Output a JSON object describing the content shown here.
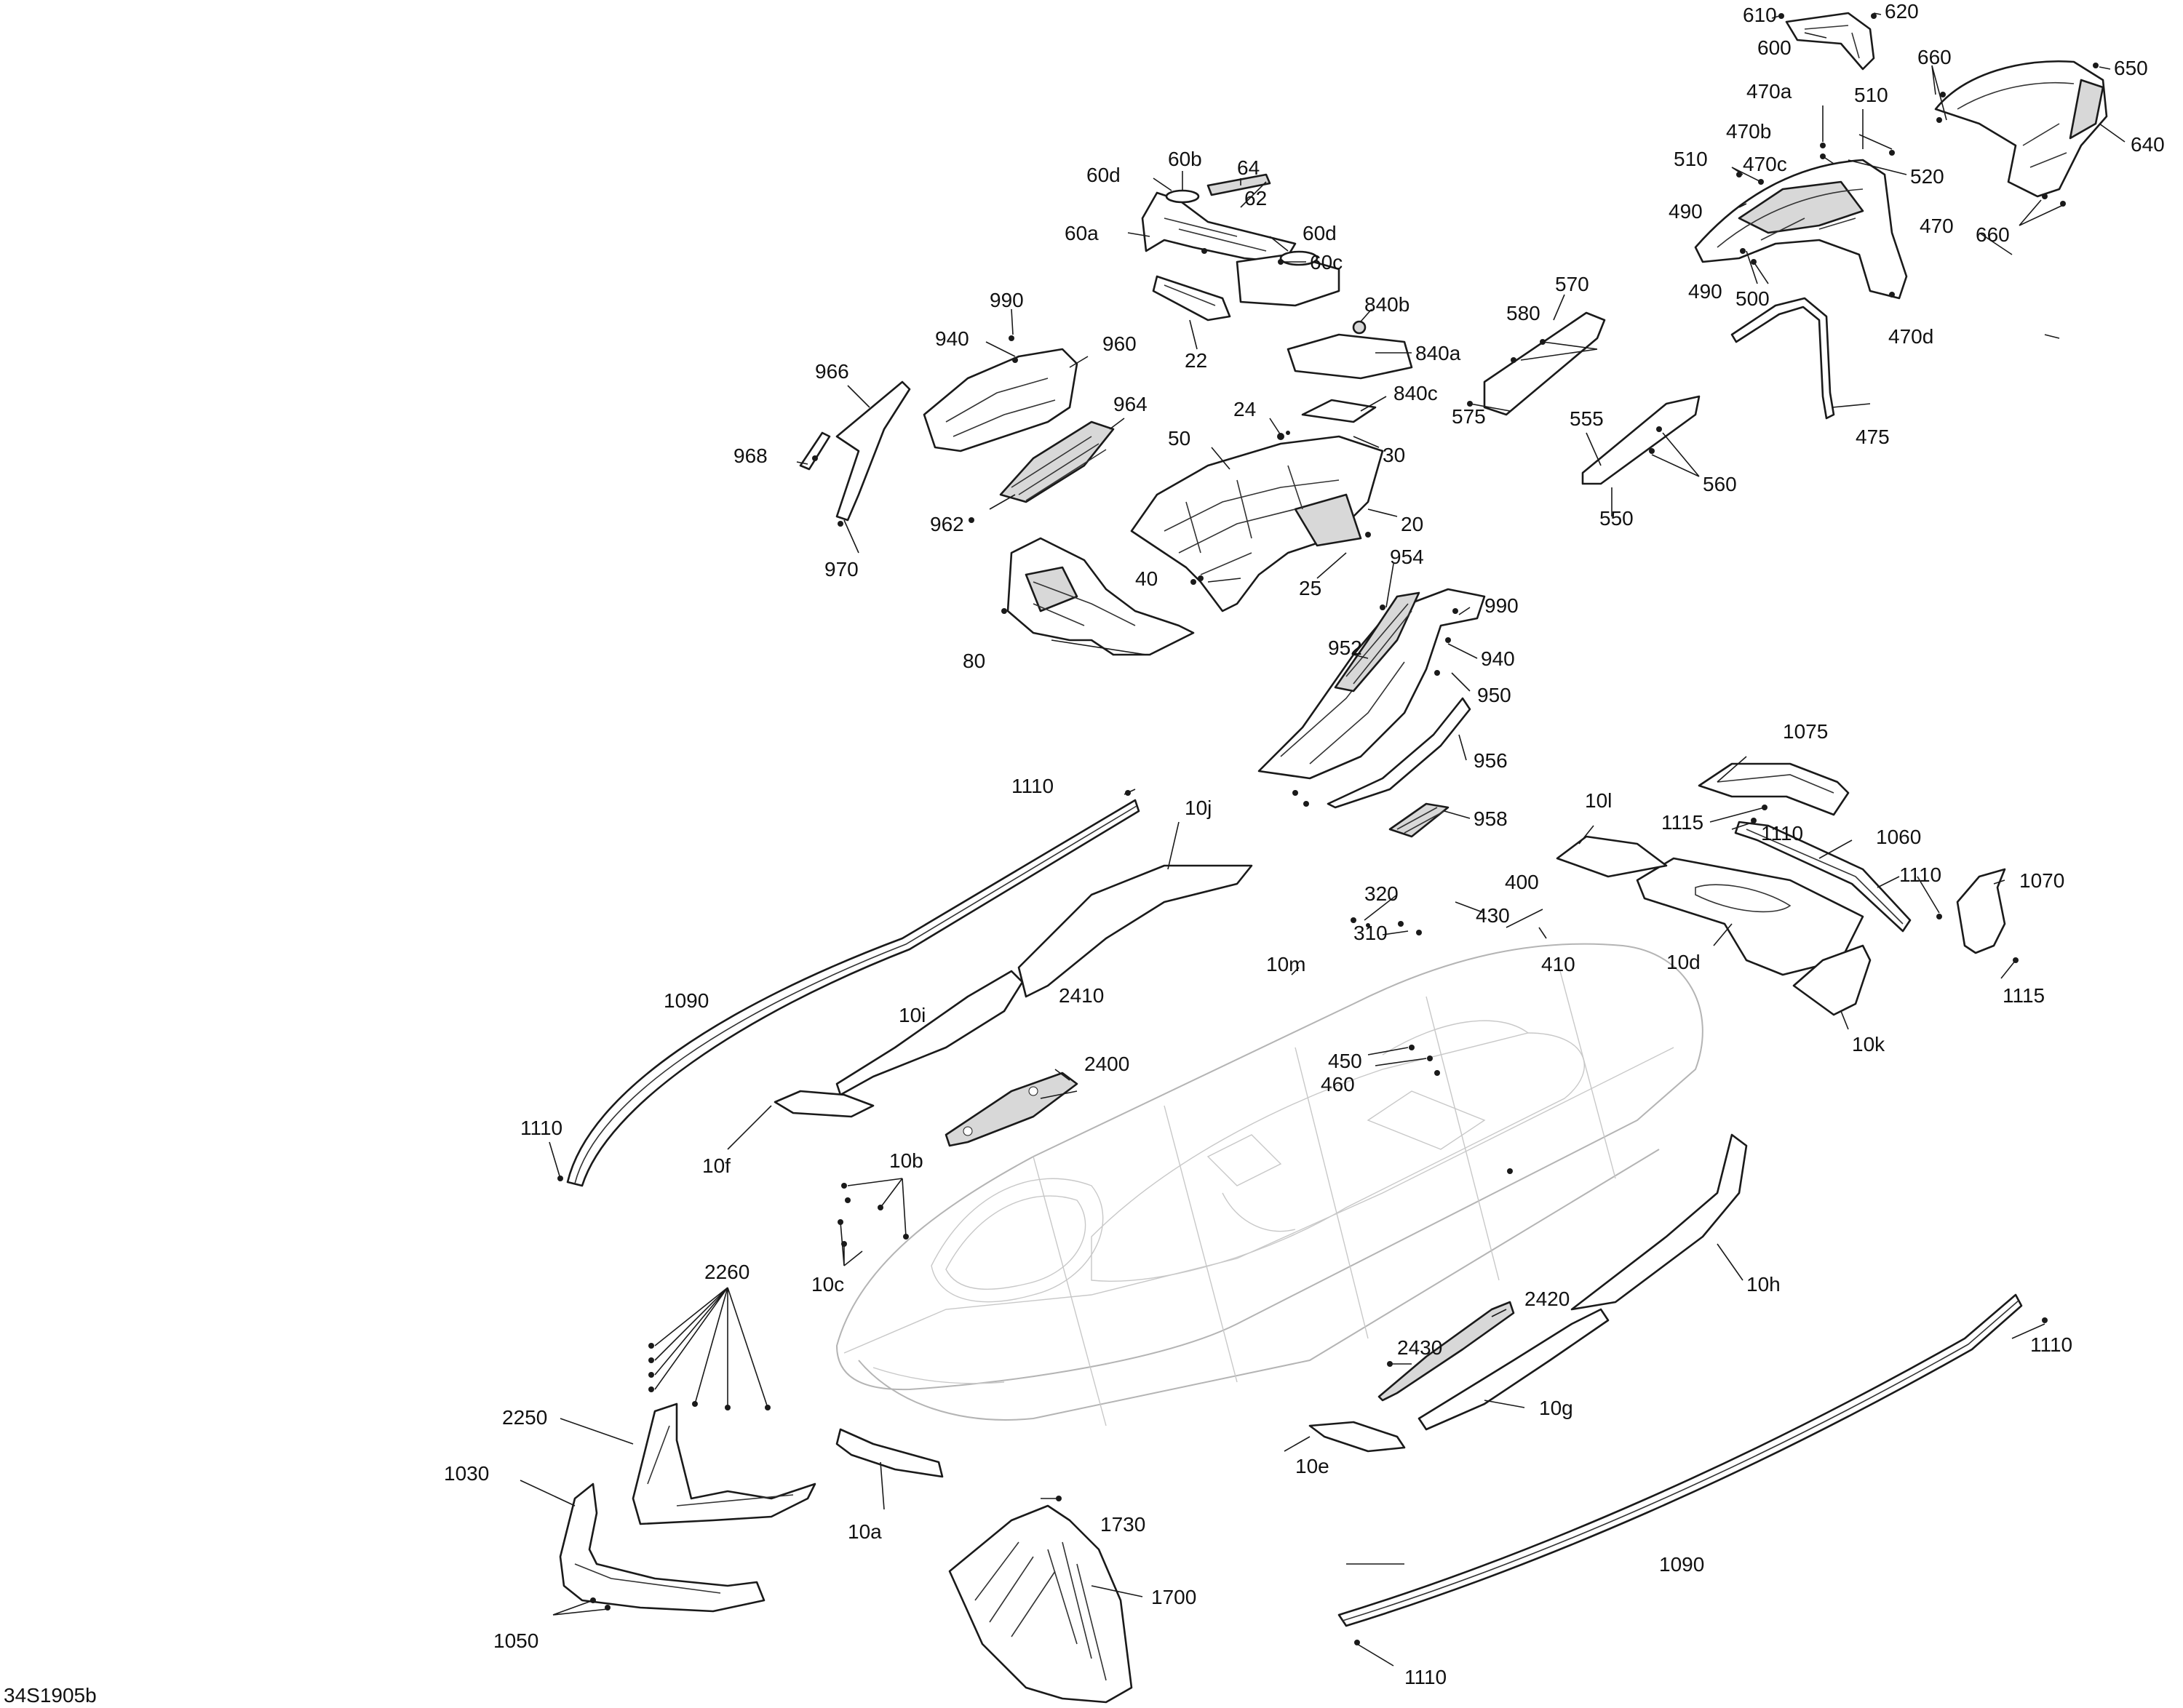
{
  "reference": "34S1905b",
  "labels": [
    "610",
    "620",
    "600",
    "660",
    "650",
    "640",
    "660",
    "470a",
    "510",
    "470b",
    "470c",
    "520",
    "510",
    "490",
    "470",
    "490",
    "500",
    "470d",
    "475",
    "570",
    "580",
    "575",
    "555",
    "560",
    "550",
    "60d",
    "60b",
    "64",
    "62",
    "60a",
    "60d",
    "60c",
    "22",
    "840b",
    "840a",
    "840c",
    "24",
    "30",
    "50",
    "20",
    "25",
    "40",
    "80",
    "990",
    "940",
    "960",
    "966",
    "964",
    "968",
    "962",
    "970",
    "954",
    "990",
    "952",
    "940",
    "950",
    "956",
    "958",
    "1110",
    "10j",
    "1075",
    "1115",
    "1110",
    "1060",
    "10l",
    "1110",
    "1070",
    "320",
    "400",
    "430",
    "310",
    "410",
    "10d",
    "1115",
    "10k",
    "10m",
    "1090",
    "10i",
    "2410",
    "2400",
    "450",
    "460",
    "1110",
    "10f",
    "10b",
    "10c",
    "10h",
    "2260",
    "2420",
    "2430",
    "1110",
    "2250",
    "10g",
    "1030",
    "10e",
    "10a",
    "1730",
    "1700",
    "1090",
    "1050",
    "1110"
  ]
}
